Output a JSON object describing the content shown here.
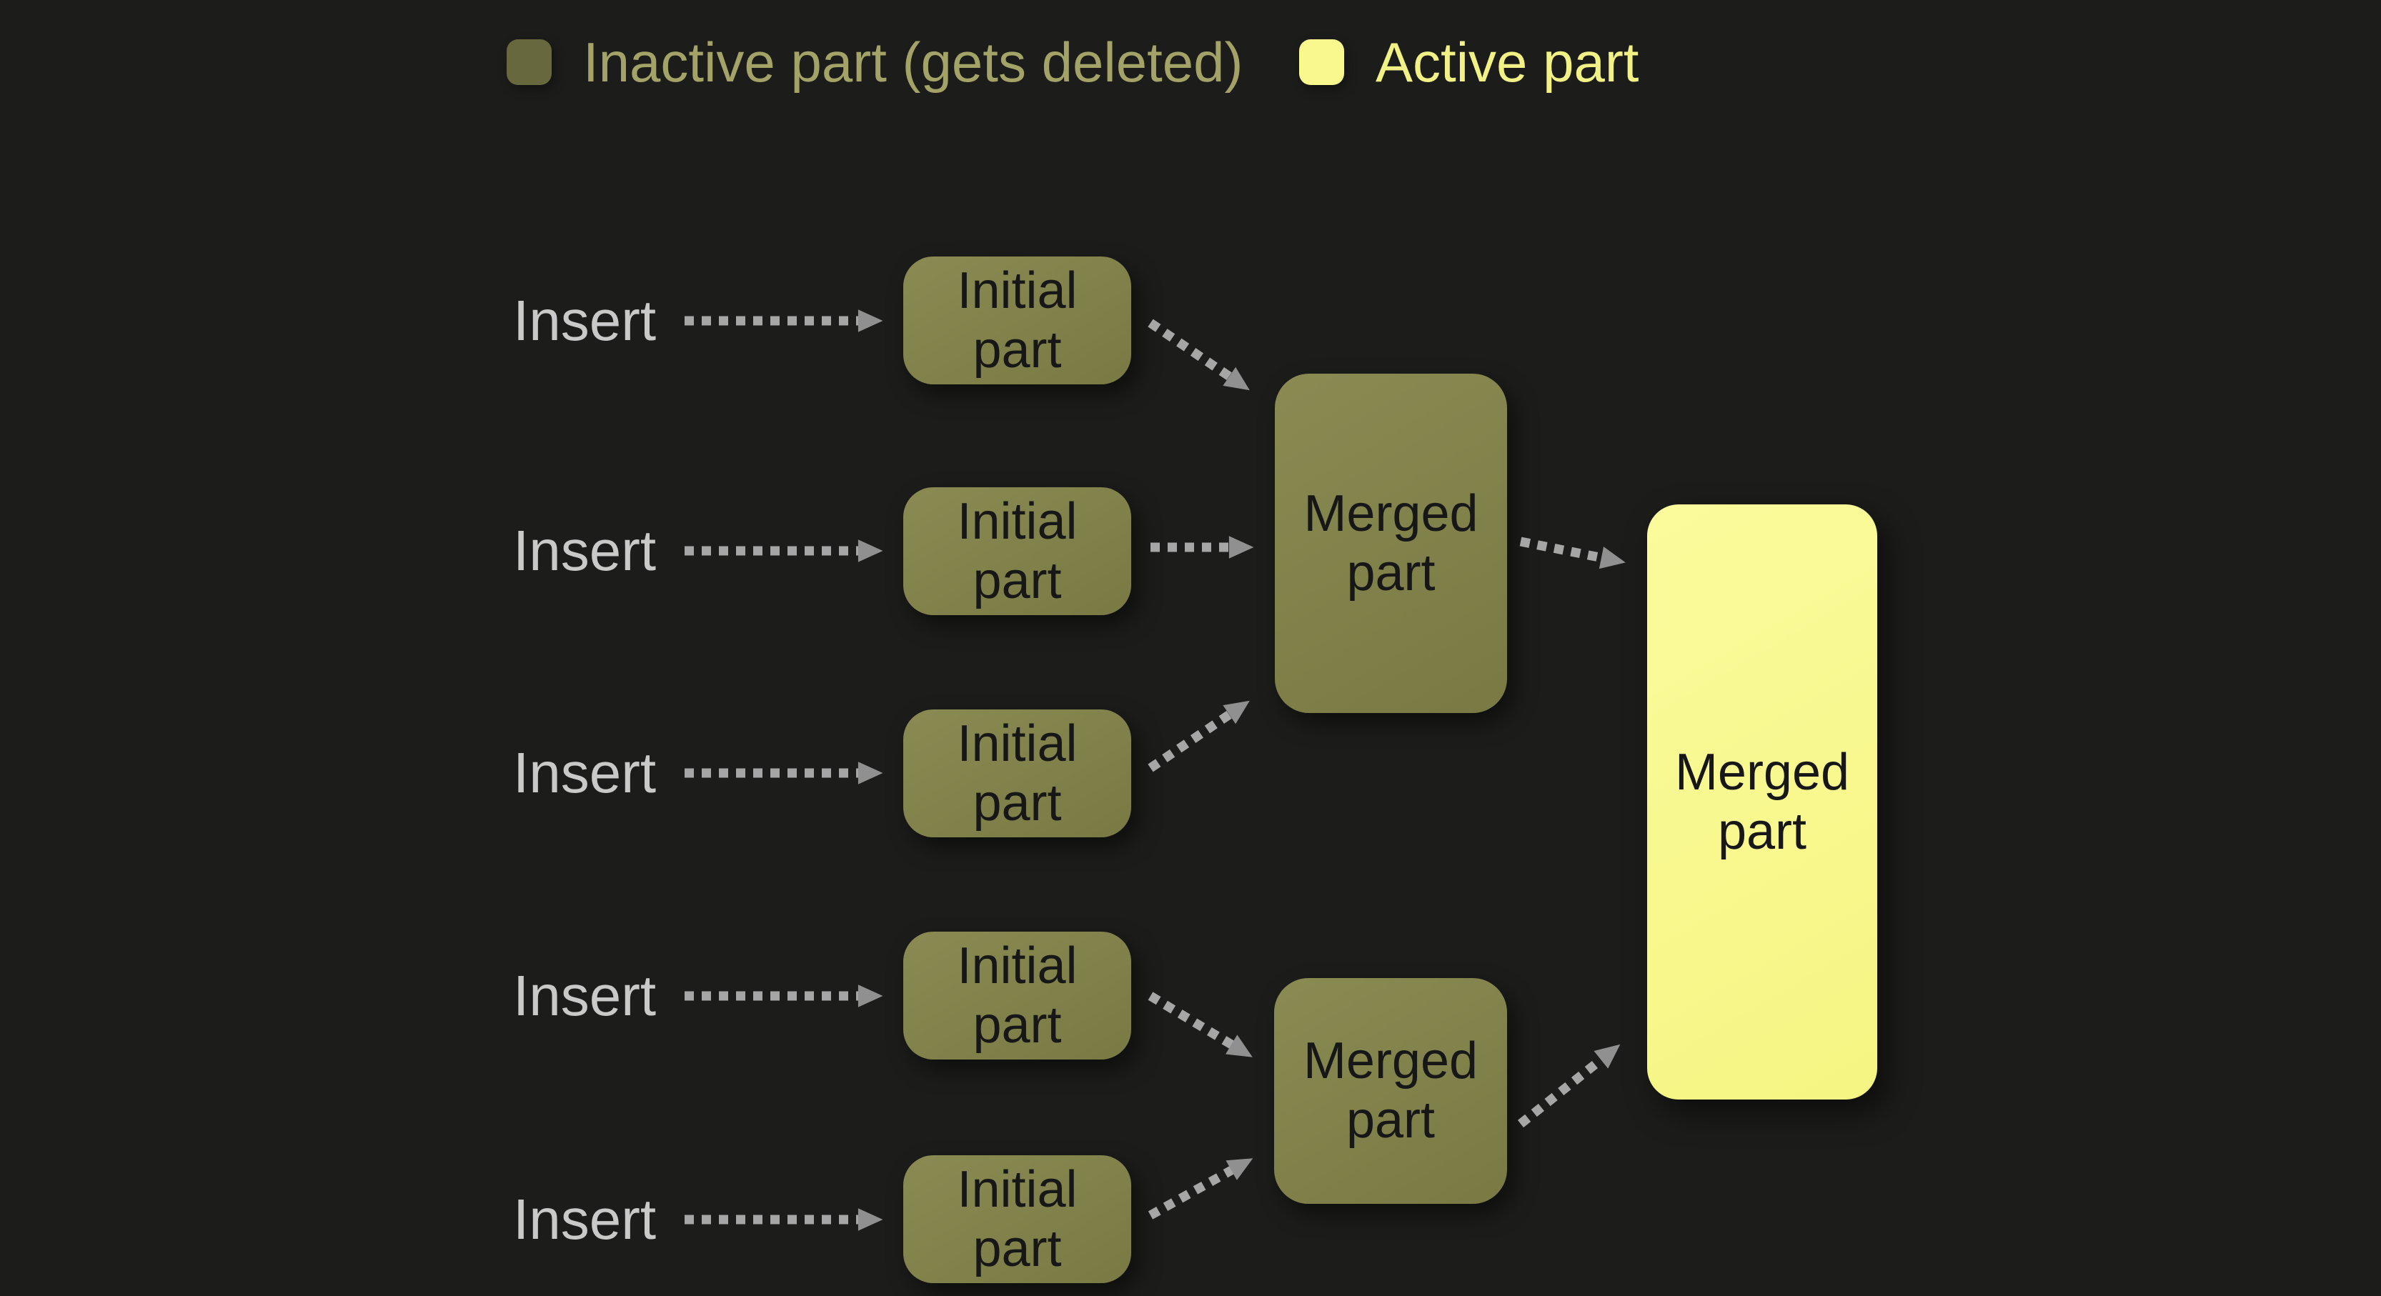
{
  "legend": {
    "items": [
      {
        "label": "Inactive part (gets deleted)",
        "swatch": "inactive-square-swatch"
      },
      {
        "label": "Active part",
        "swatch": "active-square-swatch"
      }
    ]
  },
  "flow": {
    "rows": [
      {
        "insert": "Insert",
        "box": "Initial part"
      },
      {
        "insert": "Insert",
        "box": "Initial part"
      },
      {
        "insert": "Insert",
        "box": "Initial part"
      },
      {
        "insert": "Insert",
        "box": "Initial part"
      },
      {
        "insert": "Insert",
        "box": "Initial part"
      }
    ],
    "merged": [
      {
        "label": "Merged part",
        "state": "inactive"
      },
      {
        "label": "Merged part",
        "state": "inactive"
      },
      {
        "label": "Merged part",
        "state": "active"
      }
    ]
  },
  "colors": {
    "background": "#1c1c1a",
    "inactive_fill": "#80804a",
    "active_fill": "#f8f88f",
    "legend_inactive_swatch": "#68683e",
    "legend_inactive_text": "#a3a368",
    "legend_active_text": "#f1f186",
    "insert_text": "#c9c9c9",
    "node_text": "#171717",
    "arrow": "#a6a6a6",
    "arrowhead": "#909090"
  }
}
